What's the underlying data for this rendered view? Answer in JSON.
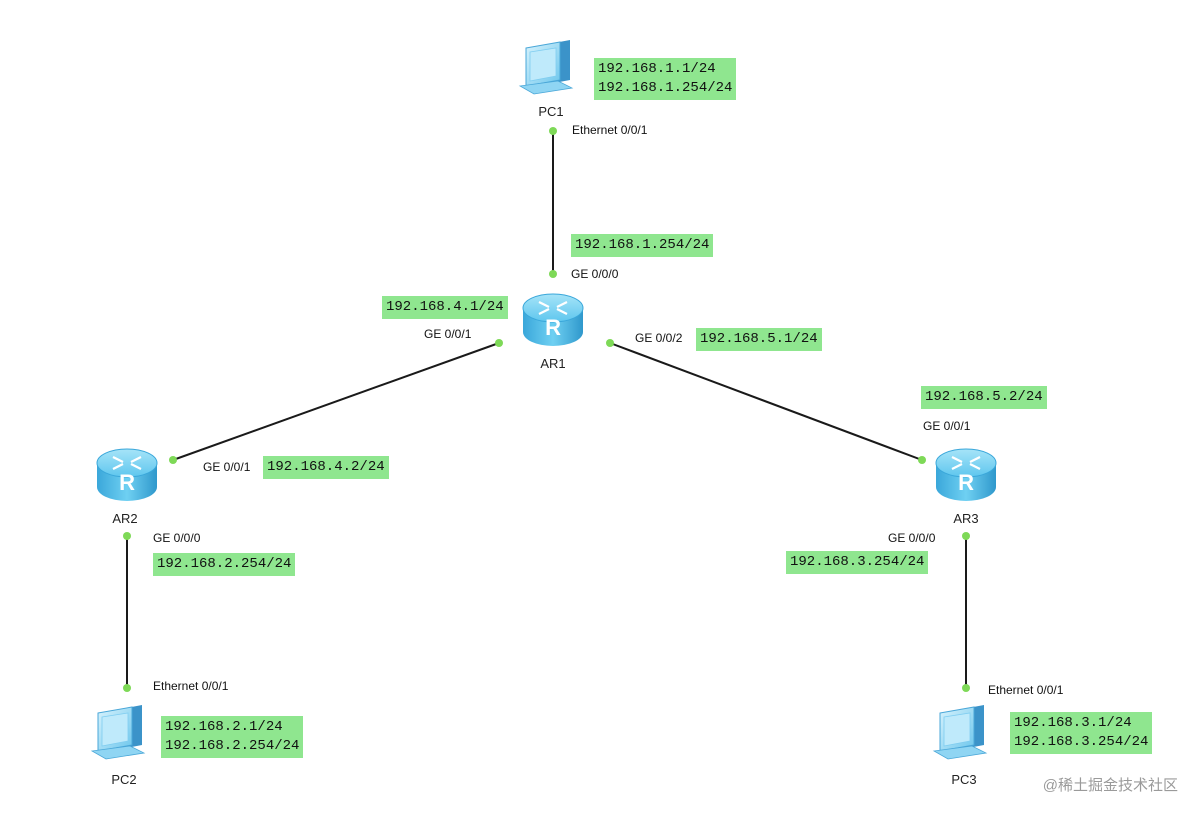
{
  "devices": {
    "pc1": {
      "name": "PC1",
      "ip": "192.168.1.1/24",
      "gateway": "192.168.1.254/24",
      "port": "Ethernet 0/0/1"
    },
    "pc2": {
      "name": "PC2",
      "ip": "192.168.2.1/24",
      "gateway": "192.168.2.254/24",
      "port": "Ethernet 0/0/1"
    },
    "pc3": {
      "name": "PC3",
      "ip": "192.168.3.1/24",
      "gateway": "192.168.3.254/24",
      "port": "Ethernet 0/0/1"
    },
    "ar1": {
      "name": "AR1",
      "ports": {
        "g000": {
          "label": "GE 0/0/0",
          "ip": "192.168.1.254/24"
        },
        "g001": {
          "label": "GE 0/0/1",
          "ip": "192.168.4.1/24"
        },
        "g002": {
          "label": "GE 0/0/2",
          "ip": "192.168.5.1/24"
        }
      }
    },
    "ar2": {
      "name": "AR2",
      "ports": {
        "g001": {
          "label": "GE 0/0/1",
          "ip": "192.168.4.2/24"
        },
        "g000": {
          "label": "GE 0/0/0",
          "ip": "192.168.2.254/24"
        }
      }
    },
    "ar3": {
      "name": "AR3",
      "ports": {
        "g001": {
          "label": "GE 0/0/1",
          "ip": "192.168.5.2/24"
        },
        "g000": {
          "label": "GE 0/0/0",
          "ip": "192.168.3.254/24"
        }
      }
    }
  },
  "links": [
    {
      "from": "PC1",
      "to": "AR1"
    },
    {
      "from": "AR1",
      "to": "AR2"
    },
    {
      "from": "AR1",
      "to": "AR3"
    },
    {
      "from": "AR2",
      "to": "PC2"
    },
    {
      "from": "AR3",
      "to": "PC3"
    }
  ],
  "colors": {
    "label_bg": "#8fe68f",
    "port_dot": "#7ed957",
    "router": "#5fc8ee",
    "link": "#1a1a1a"
  },
  "icons": {
    "pc": "desktop-pc-icon",
    "router": "router-icon"
  },
  "watermark": "@稀土掘金技术社区"
}
